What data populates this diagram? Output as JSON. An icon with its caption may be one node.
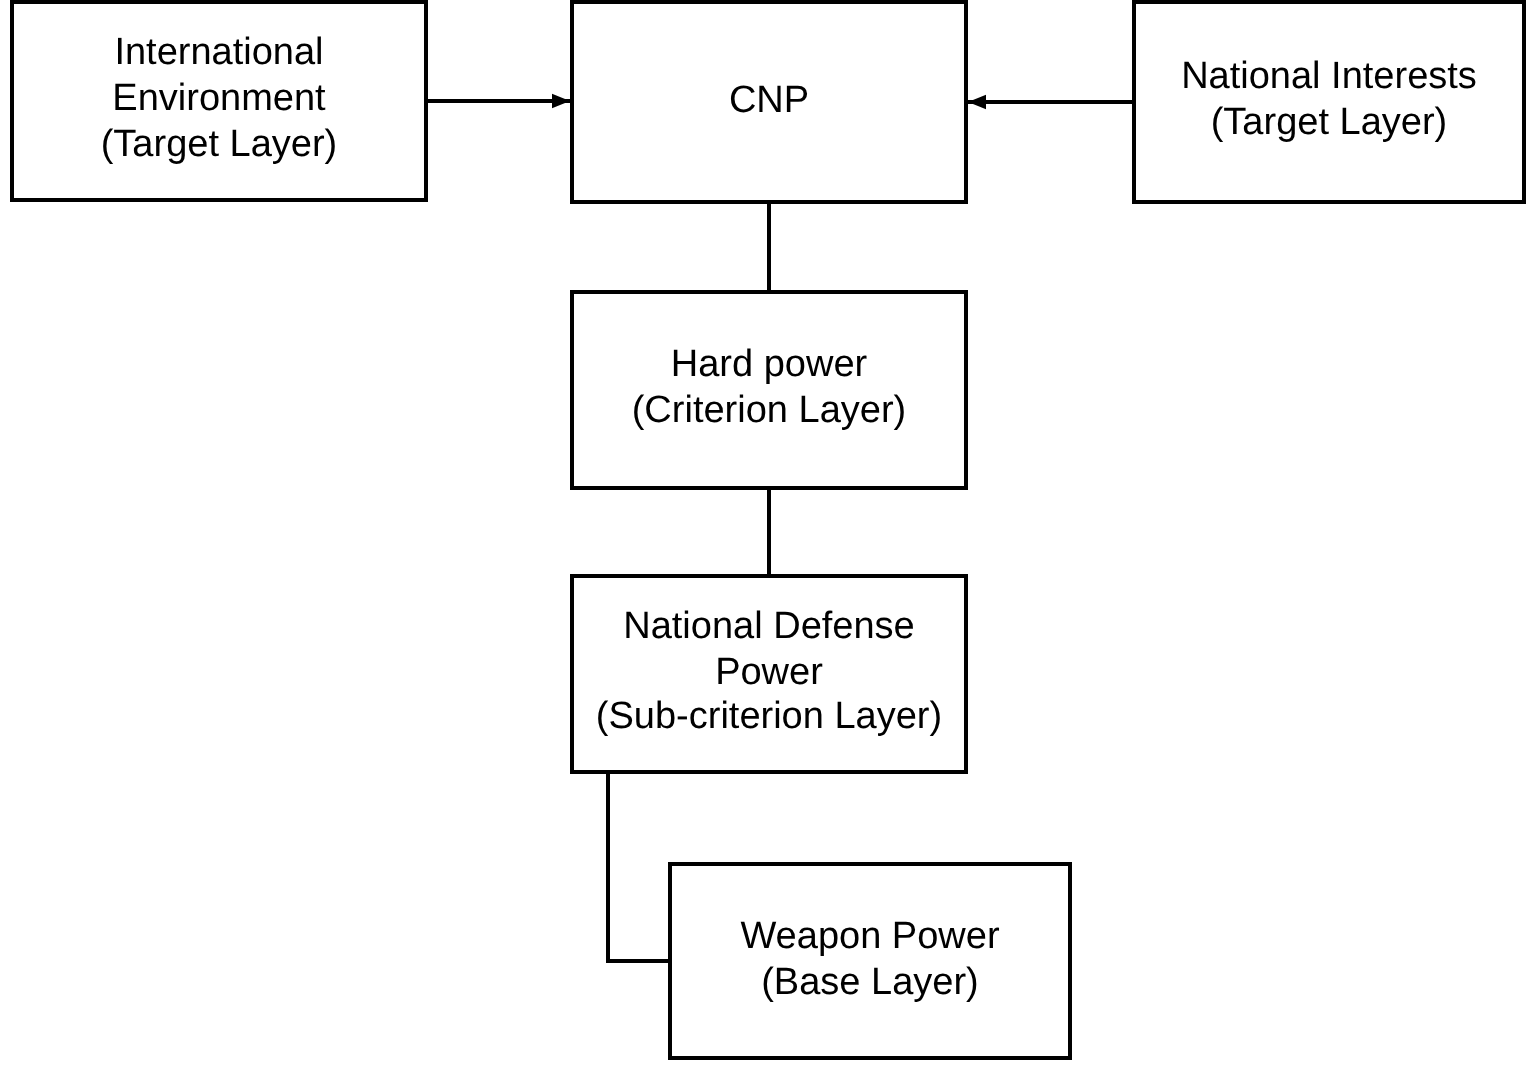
{
  "diagram": {
    "nodes": [
      {
        "text": [
          "International Environment",
          "(Target Layer)"
        ]
      },
      {
        "text": [
          "CNP"
        ]
      },
      {
        "text": [
          "National Interests",
          "(Target Layer)"
        ]
      },
      {
        "text": [
          "Hard power",
          "(Criterion Layer)"
        ]
      },
      {
        "text": [
          "National Defense Power",
          "(Sub-criterion Layer)"
        ]
      },
      {
        "text": [
          "Weapon Power",
          "(Base Layer)"
        ]
      }
    ],
    "edges": [
      {
        "from": 0,
        "to": 1,
        "arrow": "to"
      },
      {
        "from": 2,
        "to": 1,
        "arrow": "to"
      },
      {
        "from": 1,
        "to": 3,
        "arrow": "none"
      },
      {
        "from": 3,
        "to": 4,
        "arrow": "none"
      },
      {
        "from": 4,
        "to": 5,
        "arrow": "none"
      }
    ]
  }
}
